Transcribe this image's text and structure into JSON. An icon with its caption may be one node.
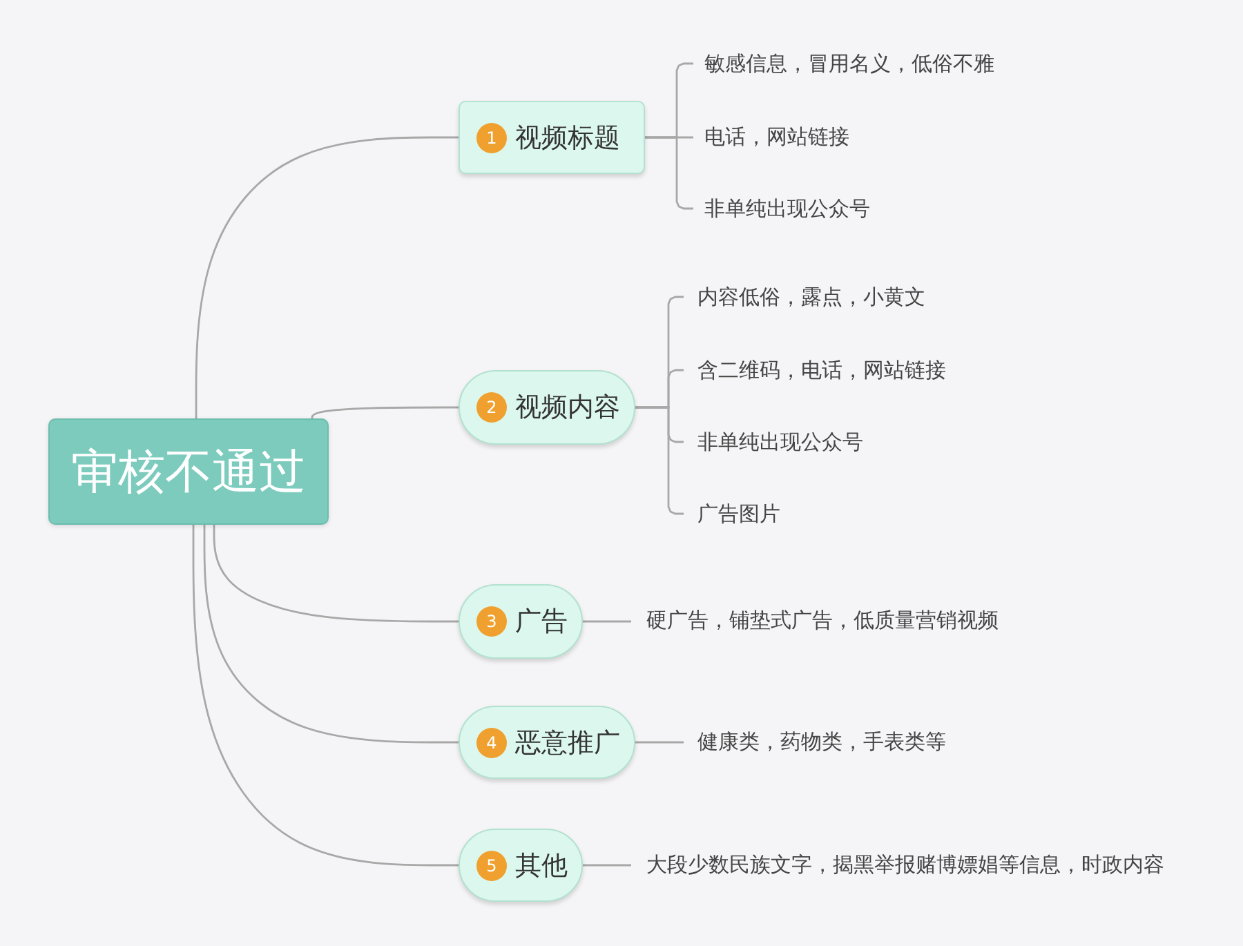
{
  "diagram": {
    "nodes": [
      {
        "text": [
          "审核不通过"
        ]
      },
      {
        "text": [
          "1",
          "视频标题"
        ]
      },
      {
        "text": [
          "敏感信息，冒用名义，低俗不雅"
        ]
      },
      {
        "text": [
          "电话，网站链接"
        ]
      },
      {
        "text": [
          "非单纯出现公众号"
        ]
      },
      {
        "text": [
          "2",
          "视频内容"
        ]
      },
      {
        "text": [
          "内容低俗，露点，小黄文"
        ]
      },
      {
        "text": [
          "含二维码，电话，网站链接"
        ]
      },
      {
        "text": [
          "非单纯出现公众号"
        ]
      },
      {
        "text": [
          "广告图片"
        ]
      },
      {
        "text": [
          "3",
          "广告"
        ]
      },
      {
        "text": [
          "硬广告，铺垫式广告，低质量营销视频"
        ]
      },
      {
        "text": [
          "4",
          "恶意推广"
        ]
      },
      {
        "text": [
          "健康类，药物类，手表类等"
        ]
      },
      {
        "text": [
          "5",
          "其他"
        ]
      },
      {
        "text": [
          "大段少数民族文字，揭黑举报赌博嫖娼等信息，时政内容"
        ]
      }
    ],
    "edges": [
      {
        "from": 0,
        "to": 1,
        "arrow": "none"
      },
      {
        "from": 1,
        "to": 2,
        "arrow": "none"
      },
      {
        "from": 1,
        "to": 3,
        "arrow": "none"
      },
      {
        "from": 1,
        "to": 4,
        "arrow": "none"
      },
      {
        "from": 0,
        "to": 5,
        "arrow": "none"
      },
      {
        "from": 5,
        "to": 6,
        "arrow": "none"
      },
      {
        "from": 5,
        "to": 7,
        "arrow": "none"
      },
      {
        "from": 5,
        "to": 8,
        "arrow": "none"
      },
      {
        "from": 5,
        "to": 9,
        "arrow": "none"
      },
      {
        "from": 0,
        "to": 10,
        "arrow": "none"
      },
      {
        "from": 10,
        "to": 11,
        "arrow": "none"
      },
      {
        "from": 0,
        "to": 12,
        "arrow": "none"
      },
      {
        "from": 12,
        "to": 13,
        "arrow": "none"
      },
      {
        "from": 0,
        "to": 14,
        "arrow": "none"
      },
      {
        "from": 14,
        "to": 15,
        "arrow": "none"
      }
    ]
  }
}
